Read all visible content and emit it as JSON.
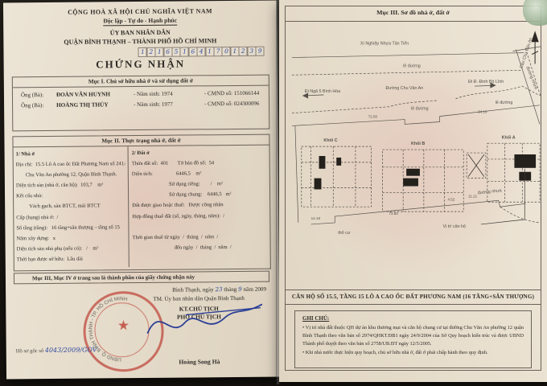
{
  "photo": {
    "background_color": "#15120e",
    "paper_color": "#e7ddcc",
    "ink_color": "#2f2c27",
    "handwriting_color": "#2e4a9e",
    "stamp_color": "#b93026"
  },
  "left_page": {
    "national_motto_line1": "CỘNG HOÀ XÃ HỘI CHỦ NGHĨA VIỆT NAM",
    "national_motto_line2": "Độc lập - Tự do - Hạnh phúc",
    "issuer_line1": "ỦY BAN NHÂN DÂN",
    "issuer_line2": "QUẬN BÌNH THẠNH – THÀNH PHỐ HỒ CHÍ MINH",
    "serial_digits": [
      "1",
      "2",
      "1",
      "6",
      "5",
      "1",
      "6",
      "4",
      "1",
      "7",
      "0",
      "1",
      "2",
      "3",
      "9"
    ],
    "title": "CHỨNG NHẬN",
    "section1": {
      "heading": "Mục I. Chủ sở hữu nhà ở và sử dụng đất ở",
      "owners": [
        {
          "prefix": "Ông (Bà):",
          "name": "ĐOÀN VĂN HUYNH",
          "birth": "- Năm sinh: 1974",
          "id": "- CMND số: 151066144"
        },
        {
          "prefix": "Ông (Bà):",
          "name": "HOÀNG THỊ THỦY",
          "birth": "- Năm sinh: 1977",
          "id": "- CMND số: 024300096"
        }
      ]
    },
    "section2": {
      "heading": "Mục II. Thực trạng nhà ở, đất ở",
      "house_lines": [
        "1/ Nhà ở",
        "Địa chỉ:  15.5 Lô A cao ốc Đất Phương Nam số 241A",
        "Chu Văn An phường 12, Quận Bình Thạnh.",
        "Diện tích sàn (nhà ở, căn hộ):  103,7    m²",
        "Kết cấu nhà:",
        "Vách gạch, sàn BTCT, mái BTCT",
        "Cấp (hạng) nhà ở:  /",
        "Số tầng (tầng):   16 tầng+sân thượng – tầng số 15",
        "Năm xây dựng:   x",
        "Diện tích sàn nhà phụ (nếu có):   /    m²",
        "Thời hạn được sở hữu:  Lâu dài"
      ],
      "land_lines": [
        "2/ Đất ở",
        "Thửa đất số:  401       Tờ bản đồ số:  54",
        "Diện tích:                  6446,5    m²",
        "Sử dụng riêng:        /    m²",
        "Sử dụng chung:    6446,5   m²",
        "Đất được giao hoặc thuê:   Được công nhận",
        "Hợp đồng thuê đất (số, ngày, tháng, năm):  /",
        "Thời gian thuê từ ngày  /  tháng  /  năm  /",
        "đến ngày  /  tháng  /  năm  /"
      ]
    },
    "footer_note": "Mục III, Mục IV ở trang sau là thành phần của giấy chứng nhận này",
    "signing": {
      "place_label": "Bình Thạnh, ngày",
      "day": "23",
      "month_label": "tháng",
      "month": "9",
      "year_label": "năm",
      "year": "2009",
      "on_behalf": "TM. Ủy ban nhân dân Quận Bình Thạnh",
      "title1": "KT.CHỦ TỊCH",
      "title2": "PHÓ CHỦ TỊCH",
      "signer": "Hoàng Song Hà",
      "stamp_text": "UBND Q. BÌNH THẠNH - TP. HỒ CHÍ MINH",
      "stamp_star": "★"
    },
    "archive_label": "Hồ sơ gốc số",
    "archive_number": "4043/2009/GOV"
  },
  "right_page": {
    "heading": "Mục III. Sơ đồ nhà ở, đất ở",
    "site_plan": {
      "factory": "Xí Nghiệp Nhựa Tân Tiến",
      "curb1": "lề đường",
      "curb2": "lề đường",
      "curb3": "lề đường",
      "dir_left": "Đi Ngã 5 Bình Hòa",
      "street": "Đường Chu Văn An",
      "dir_right": "Đi Đ. Đinh Bộ Lĩnh",
      "bridge": "Cầu Chu Văn An",
      "road_right": "đường nhựa",
      "road_bottom": "đường nhựa",
      "block_c": "Khối C",
      "block_b": "Khối B",
      "block_a": "Khối A",
      "location": "Vị trí căn hộ",
      "land_note": "thổ cư",
      "dims": [
        "72.50",
        "34.19",
        "73.50",
        "14.18",
        "4.52",
        "11.21"
      ]
    },
    "caption": "CĂN HỘ SỐ 15.5, TẦNG 15 LÔ A CAO ỐC ĐẤT PHƯƠNG NAM (16 TẦNG+SÂN THƯỢNG)",
    "notes": {
      "heading": "GHI CHÚ:",
      "items": [
        "• Vị trí nhà đất thuộc QH dự án khu thương mại và căn hộ chung cư tại đường Chu Văn An phường 12 quận Bình Thạnh theo văn bản số 2974/QHKT.ĐB1 ngày 24/9/2004 của Sở Quy hoạch kiến trúc và được UBND Thành phố duyệt theo văn bản số 2758/UB.ĐT ngày 12/5/2005.",
        "• Khi nhà nước thực hiện quy hoạch, chủ sở hữu nhà ở, đất ở phải chấp hành theo quy định."
      ]
    }
  }
}
